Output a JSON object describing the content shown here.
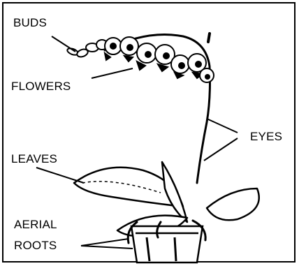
{
  "labels": {
    "buds": "BUDS",
    "flowers": "FLOWERS",
    "eyes": "EYES",
    "leaves": "LEAVES",
    "aerial_roots_line1": "AERIAL",
    "aerial_roots_line2": "ROOTS"
  },
  "colors": {
    "ink": "#000000",
    "background": "#ffffff"
  }
}
